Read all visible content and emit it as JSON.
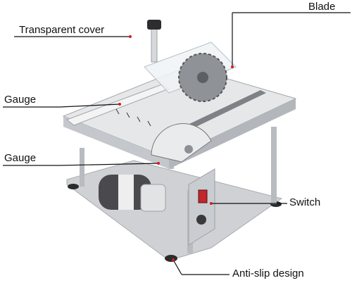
{
  "labels": {
    "transparent_cover": "Transparent cover",
    "blade": "Blade",
    "gauge_fence": "Gauge",
    "gauge_miter": "Gauge",
    "switch": "Switch",
    "anti_slip": "Anti-slip design"
  },
  "colors": {
    "leader_line": "#111111",
    "pointer_dot": "#d71920",
    "metal": "#d9dadc",
    "metal_dark": "#9ea1a5"
  }
}
